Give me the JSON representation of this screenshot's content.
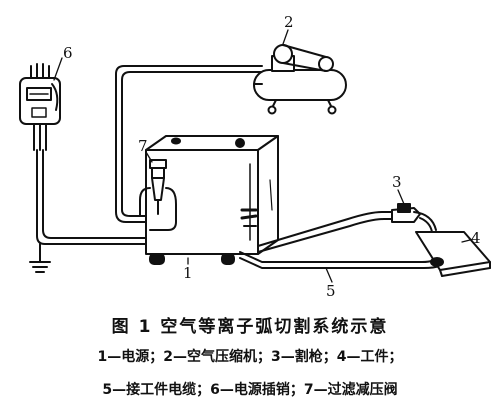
{
  "diagram": {
    "callouts": {
      "power_source": "1",
      "air_compressor": "2",
      "cutting_torch": "3",
      "workpiece": "4",
      "work_cable": "5",
      "power_plug": "6",
      "filter_regulator": "7"
    },
    "figure_title": "图  1    空气等离子弧切割系统示意",
    "legend_line_1": "1—电源；2—空气压缩机；3—割枪；4—工件；",
    "legend_line_2": "5—接工件电缆；6—电源插销；7—过滤减压阀",
    "colors": {
      "ink": "#111111",
      "background": "#ffffff"
    }
  }
}
